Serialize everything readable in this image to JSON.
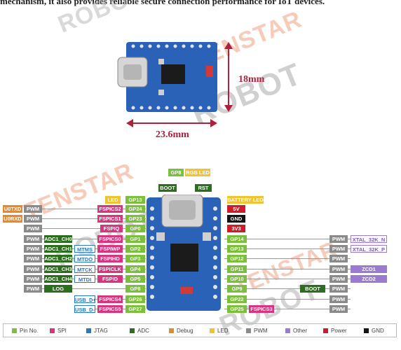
{
  "header_text": "mechanism, it also provides reliable secure connection performance for IoT devices.",
  "watermark": {
    "line1": "TENSTAR",
    "line2": "ROBOT"
  },
  "dimensions": {
    "height": "18mm",
    "width": "23.6mm"
  },
  "top_labels": {
    "gp8": "GP8",
    "rgb_led": "RGB LED",
    "boot": "BOOT",
    "rst": "RST"
  },
  "left_rows": [
    {
      "a": "",
      "b": "",
      "c": "",
      "fn": "LED",
      "gp": "GP13"
    },
    {
      "a": "U0TXD",
      "b": "PWM",
      "c": "",
      "fn": "FSPICS2",
      "gp": "GP24"
    },
    {
      "a": "U0RXD",
      "b": "PWM",
      "c": "",
      "fn": "FSPICS1",
      "gp": "GP23"
    },
    {
      "a": "",
      "b": "PWM",
      "c": "",
      "fn": "FSPIQ",
      "gp": "GP0"
    },
    {
      "a": "PWM",
      "b": "ADC1_CH0",
      "c": "",
      "fn": "FSPICS0",
      "gp": "GP1"
    },
    {
      "a": "PWM",
      "b": "ADC1_CH1",
      "c": "MTMS",
      "fn": "FSPIWP",
      "gp": "GP2"
    },
    {
      "a": "PWM",
      "b": "ADC1_CH2",
      "c": "MTDO",
      "fn": "FSPIHD",
      "gp": "GP3"
    },
    {
      "a": "PWM",
      "b": "ADC1_CH3",
      "c": "MTCK",
      "fn": "FSPICLK",
      "gp": "GP4"
    },
    {
      "a": "PWM",
      "b": "ADC1_CH4",
      "c": "MTDI",
      "fn": "FSPID",
      "gp": "GP5"
    },
    {
      "a": "PWM",
      "b": "LOG",
      "c": "",
      "fn": "",
      "gp": "GP8"
    },
    {
      "a": "",
      "b": "",
      "c": "USB_D+",
      "fn": "FSPICS4",
      "gp": "GP26"
    },
    {
      "a": "",
      "b": "",
      "c": "USB_D-",
      "fn": "FSPICS5",
      "gp": "GP27"
    }
  ],
  "right_rows": [
    {
      "gp": "BATTERY LED",
      "x": "",
      "pwm": "",
      "fn": ""
    },
    {
      "gp": "5V",
      "x": "",
      "pwm": "",
      "fn": ""
    },
    {
      "gp": "GND",
      "x": "",
      "pwm": "",
      "fn": ""
    },
    {
      "gp": "3V3",
      "x": "",
      "pwm": "",
      "fn": ""
    },
    {
      "gp": "GP14",
      "x": "",
      "pwm": "PWM",
      "fn": "XTAL_32K_N"
    },
    {
      "gp": "GP13",
      "x": "",
      "pwm": "PWM",
      "fn": "XTAL_32K_P"
    },
    {
      "gp": "GP12",
      "x": "",
      "pwm": "PWM",
      "fn": ""
    },
    {
      "gp": "GP11",
      "x": "",
      "pwm": "PWM",
      "fn": "ZCD1"
    },
    {
      "gp": "GP10",
      "x": "",
      "pwm": "PWM",
      "fn": "ZCD2"
    },
    {
      "gp": "GP9",
      "x": "BOOT",
      "pwm": "PWM",
      "fn": ""
    },
    {
      "gp": "GP22",
      "x": "",
      "pwm": "PWM",
      "fn": ""
    },
    {
      "gp": "GP25",
      "x": "FSPICS3",
      "pwm": "PWM",
      "fn": ""
    }
  ],
  "legend": [
    {
      "label": "Pin No.",
      "color": "#7cbf3c"
    },
    {
      "label": "SPI",
      "color": "#d9347f"
    },
    {
      "label": "JTAG",
      "color": "#2a78c8"
    },
    {
      "label": "ADC",
      "color": "#2d6e1e"
    },
    {
      "label": "Debug",
      "color": "#e38a2c"
    },
    {
      "label": "LED",
      "color": "#f1c232"
    },
    {
      "label": "PWM",
      "color": "#8a8a8a"
    },
    {
      "label": "Other",
      "color": "#9a7bd0"
    },
    {
      "label": "Power",
      "color": "#cc1d2a"
    },
    {
      "label": "GND",
      "color": "#151515"
    }
  ]
}
